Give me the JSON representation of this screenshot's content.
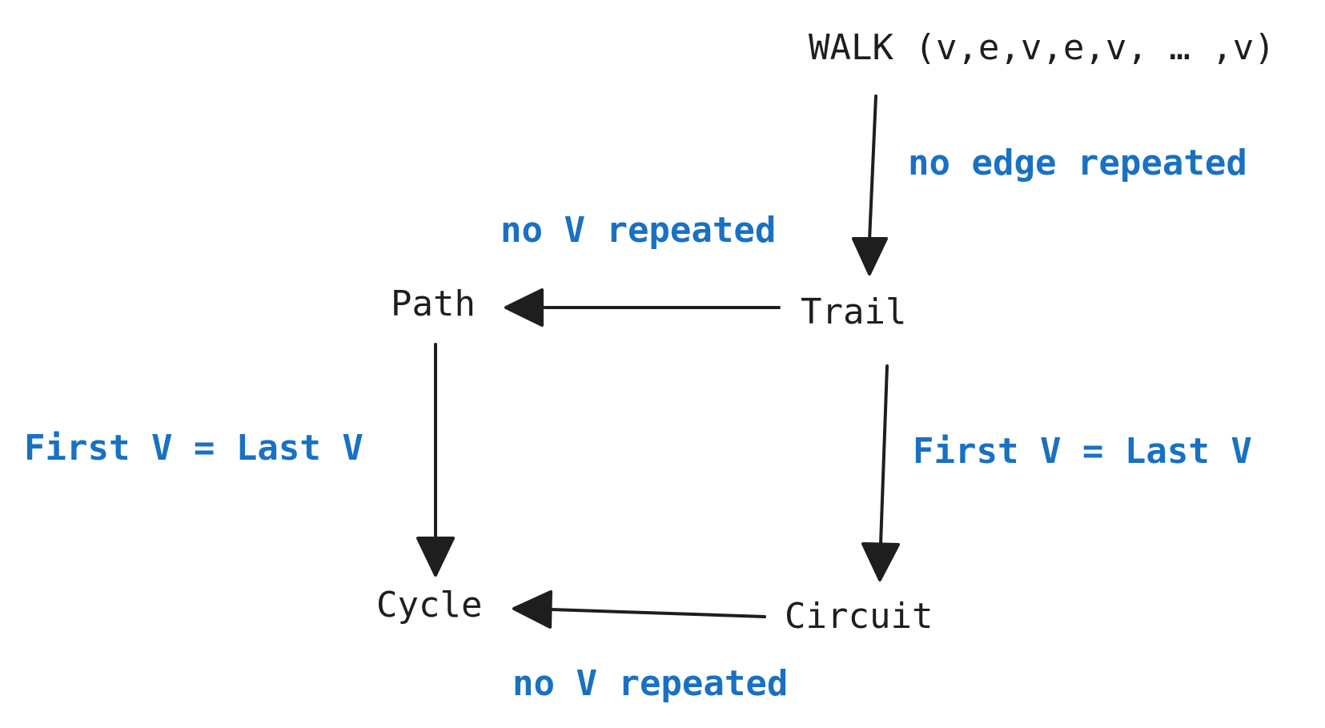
{
  "colors": {
    "node_text": "#1e1e1e",
    "label_text": "#1971c2",
    "arrow": "#1e1e1e",
    "background": "#ffffff"
  },
  "nodes": {
    "walk": "WALK (v,e,v,e,v, … ,v)",
    "trail": "Trail",
    "path": "Path",
    "circuit": "Circuit",
    "cycle": "Cycle"
  },
  "edges": {
    "walk_to_trail": "no edge repeated",
    "trail_to_path": "no V repeated",
    "path_to_cycle": "First V = Last V",
    "trail_to_circuit": "First V = Last V",
    "circuit_to_cycle": "no V repeated"
  }
}
